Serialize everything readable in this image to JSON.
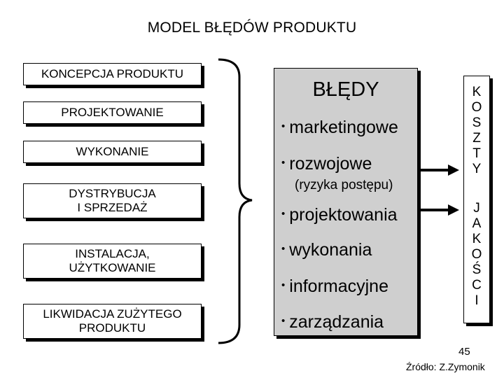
{
  "title": "MODEL BŁĘDÓW PRODUKTU",
  "stages": [
    "KONCEPCJA PRODUKTU",
    "PROJEKTOWANIE",
    "WYKONANIE",
    "DYSTRYBUCJA\nI SPRZEDAŻ",
    "INSTALACJA,\nUŻYTKOWANIE",
    "LIKWIDACJA ZUŻYTEGO\nPRODUKTU"
  ],
  "errors": {
    "title": "BŁĘDY",
    "items": [
      "marketingowe",
      "rozwojowe",
      "projektowania",
      "wykonania",
      "informacyjne",
      "zarządzania"
    ],
    "rozwojowe_note": "(ryzyka postępu)"
  },
  "quality": {
    "word1": [
      "K",
      "O",
      "S",
      "Z",
      "T",
      "Y"
    ],
    "word2": [
      "J",
      "A",
      "K",
      "O",
      "Ś",
      "C",
      "I"
    ]
  },
  "page_number": "45",
  "source": "Źródło: Z.Zymonik"
}
